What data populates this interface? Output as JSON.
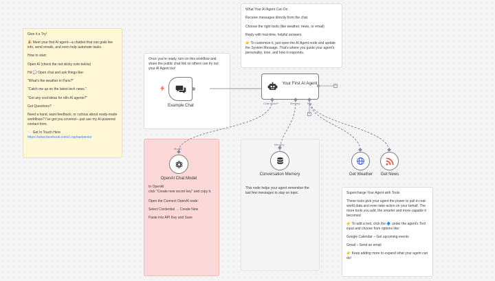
{
  "notes": {
    "try": [
      "Give it a Try!",
      "🎉 Meet your first AI agent—a chatbot that can grab live info, send emails, and even help automate tasks.",
      "How to start:",
      "Open AI (check the red sticky note below)",
      "Hit 💬 Open chat and ask things like:",
      "\"What's the weather in Paris?\"",
      "\"Catch me up on the latest tech news.\"",
      "\"Got any cool ideas for n8n AI agents?\"",
      "Got Questions?",
      "Need a hand, want feedback, or curious about ready-made workflows? I've got you covered—just use my AI-powered contact form.",
      "📨 Get In Touch Here",
      "https://www.facebook.com/c.raphaelsenior"
    ],
    "share": "Once you're ready, turn on this workflow and share the public chat link so others can try out your AI Agent too!",
    "capabilities": [
      "What Your AI Agent Can Do",
      "Receive messages directly from the chat",
      "Choose the right tools (like weather, news, or email)",
      "Reply with real-time, helpful answers",
      "👉 To customize it, just open the AI Agent node and update the System Message. That's where you guide your agent's personality, tone, and how it responds."
    ],
    "openai": [
      "In OpenAI",
      "click \"Create new secret key\" and copy it.",
      "Open the Connect OpenAI node:",
      "Select Credential → Create New",
      "Paste into API Key and Save"
    ],
    "memory": "This node helps your agent remember the last few messages to stay on topic.",
    "tools": [
      "Supercharge Your Agent with Tools",
      "These tools give your agent the power to pull in real-world data and even take action on your behalf. The more tools you add, the smarter and more capable it becomes!",
      "👉 To add a tool, click the 🔷 under the agent's Tool input and choose from options like:",
      "Google Calendar – Get upcoming events",
      "Gmail – Send an email",
      "👉 Keep adding more to expand what your agent can do!"
    ]
  },
  "nodes": {
    "chat_trigger": "Example Chat",
    "agent_line1": "Your First AI",
    "agent_line2": "Agent",
    "port_chat_model": "Chat Model*",
    "port_memory": "Memory",
    "port_tool": "Tool",
    "openai_model": "OpenAI Chat Model",
    "openai_port": "Model",
    "memory_line1": "Conversation",
    "memory_line2": "Memory",
    "memory_port": "Memory",
    "weather": "Get Weather",
    "news": "Get News",
    "plus": "+"
  },
  "icons": {
    "chat": "chat-bubbles-icon",
    "bolt": "lightning-icon",
    "robot": "robot-icon",
    "openai": "openai-logo-icon",
    "database": "database-icon",
    "globe": "globe-icon",
    "rss": "rss-icon"
  },
  "colors": {
    "accent_orange": "#ff6d5a",
    "rss_orange": "#e5573f",
    "globe_blue": "#3b5fd9",
    "connector": "#8a8aa6"
  }
}
